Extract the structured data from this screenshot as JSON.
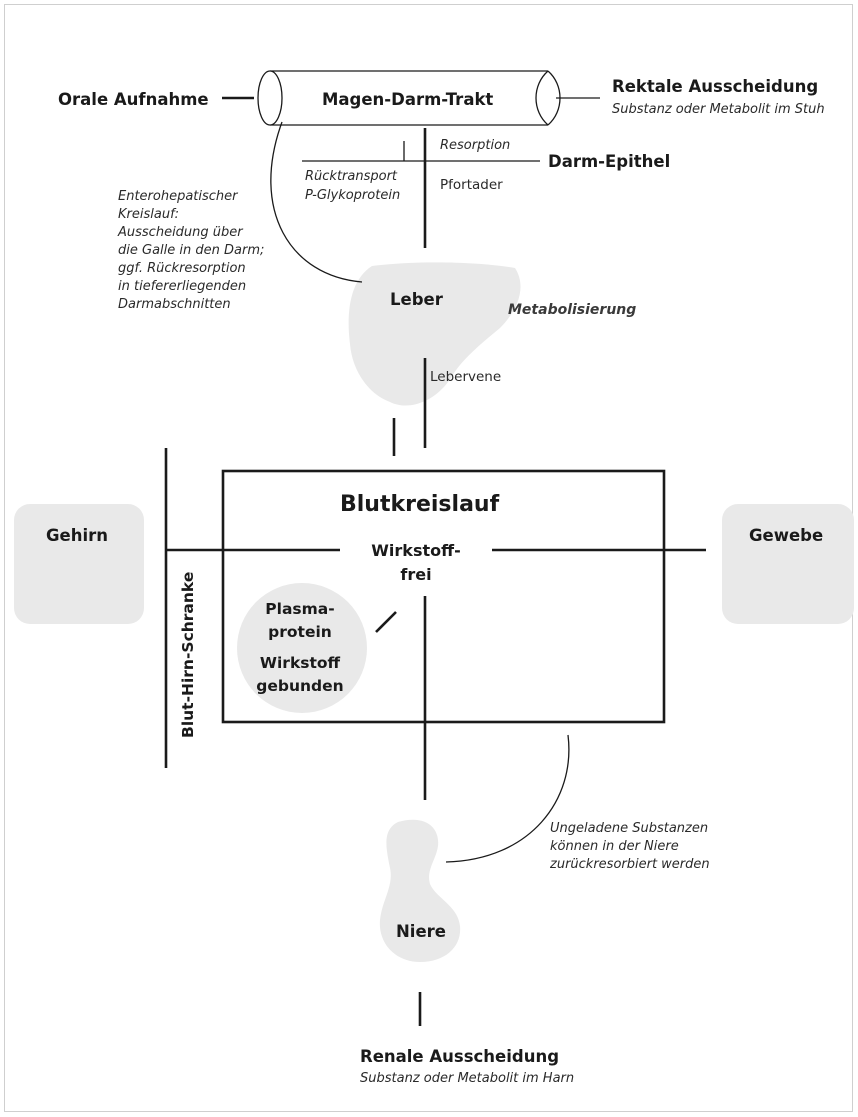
{
  "gi": {
    "oral": "Orale Aufnahme",
    "tract": "Magen-Darm-Trakt",
    "rectal_title": "Rektale Ausscheidung",
    "rectal_sub": "Substanz oder Metabolit im Stuh",
    "resorption": "Resorption",
    "epithel": "Darm-Epithel",
    "back1": "Rücktransport",
    "back2": "P-Glykoprotein",
    "pfortader": "Pfortader"
  },
  "entero": [
    "Enterohepatischer",
    "Kreislauf:",
    "Ausscheidung über",
    "die Galle in den Darm;",
    "ggf. Rückresorption",
    "in tiefererliegenden",
    "Darmabschnitten"
  ],
  "liver": {
    "name": "Leber",
    "process": "Metabolisierung",
    "vein": "Lebervene"
  },
  "blood": {
    "title": "Blutkreislauf",
    "free1": "Wirkstoff-",
    "free2": "frei",
    "plasma1": "Plasma-",
    "plasma2": "protein",
    "bound1": "Wirkstoff",
    "bound2": "gebunden"
  },
  "brain": {
    "name": "Gehirn",
    "barrier": "Blut-Hirn-Schranke"
  },
  "tissue": {
    "name": "Gewebe"
  },
  "kidney": {
    "name": "Niere",
    "note": [
      "Ungeladene Substanzen",
      "können in der Niere",
      "zurückresorbiert werden"
    ],
    "renal_title": "Renale Ausscheidung",
    "renal_sub": "Substanz oder Metabolit im Harn"
  }
}
